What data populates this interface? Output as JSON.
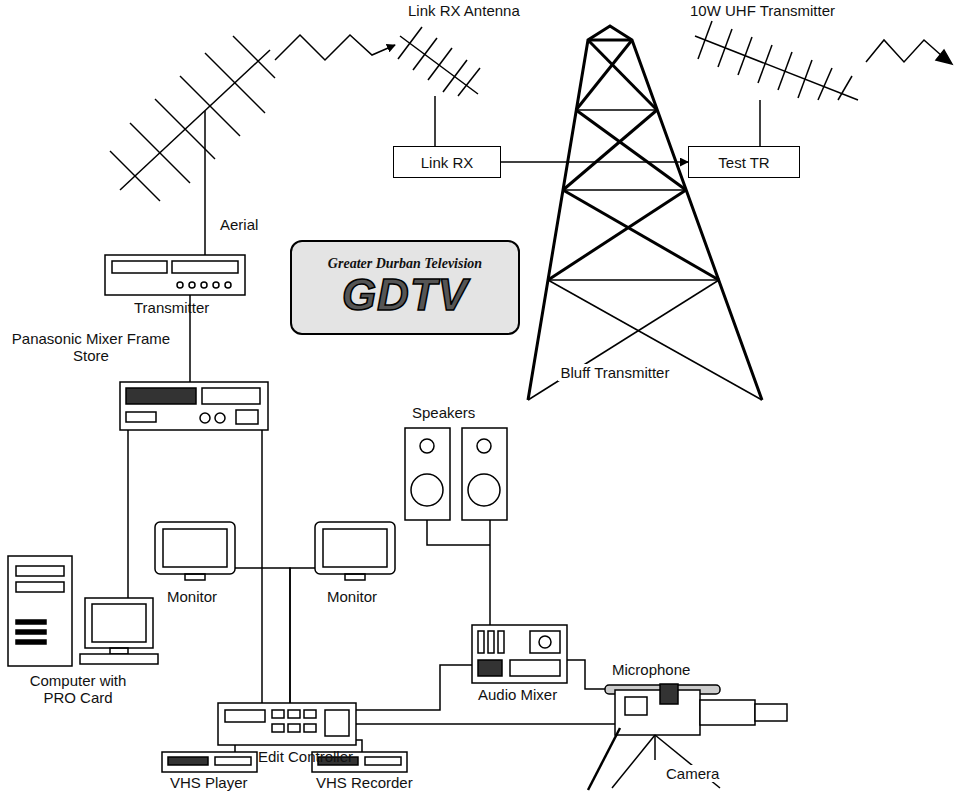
{
  "diagram": {
    "nodes": [
      {
        "text": [
          "Link RX Antenna"
        ]
      },
      {
        "text": [
          "10W UHF Transmitter"
        ]
      },
      {
        "text": [
          "Link RX"
        ]
      },
      {
        "text": [
          "Test TR"
        ]
      },
      {
        "text": [
          "Bluff Transmitter"
        ]
      },
      {
        "text": [
          "Aerial"
        ]
      },
      {
        "text": [
          "Transmitter"
        ]
      },
      {
        "text": [
          "Greater Durban Television",
          "GDTV"
        ]
      },
      {
        "text": [
          "Panasonic Mixer Frame Store"
        ]
      },
      {
        "text": [
          "Speakers"
        ]
      },
      {
        "text": [
          "Monitor"
        ]
      },
      {
        "text": [
          "Monitor"
        ]
      },
      {
        "text": [
          "Computer with PRO Card"
        ]
      },
      {
        "text": [
          "Microphone"
        ]
      },
      {
        "text": [
          "Audio Mixer"
        ]
      },
      {
        "text": [
          "Edit Controller"
        ]
      },
      {
        "text": [
          "Camera"
        ]
      },
      {
        "text": [
          "VHS Player"
        ]
      },
      {
        "text": [
          "VHS Recorder"
        ]
      }
    ],
    "edges": [
      {
        "from": 0,
        "to": 2,
        "arrow": "none"
      },
      {
        "from": 1,
        "to": 3,
        "arrow": "none"
      },
      {
        "from": 2,
        "to": 3,
        "arrow": "to"
      },
      {
        "from": 5,
        "to": 0,
        "arrow": "to"
      },
      {
        "from": 5,
        "to": 6,
        "arrow": "none"
      },
      {
        "from": 6,
        "to": 8,
        "arrow": "none"
      },
      {
        "from": 8,
        "to": 12,
        "arrow": "none"
      },
      {
        "from": 8,
        "to": 15,
        "arrow": "none"
      },
      {
        "from": 10,
        "to": 15,
        "arrow": "none"
      },
      {
        "from": 11,
        "to": 15,
        "arrow": "none"
      },
      {
        "from": 15,
        "to": 17,
        "arrow": "none"
      },
      {
        "from": 15,
        "to": 18,
        "arrow": "none"
      },
      {
        "from": 15,
        "to": 14,
        "arrow": "none"
      },
      {
        "from": 15,
        "to": 16,
        "arrow": "none"
      },
      {
        "from": 14,
        "to": 9,
        "arrow": "none"
      },
      {
        "from": 13,
        "to": 14,
        "arrow": "none"
      }
    ]
  }
}
